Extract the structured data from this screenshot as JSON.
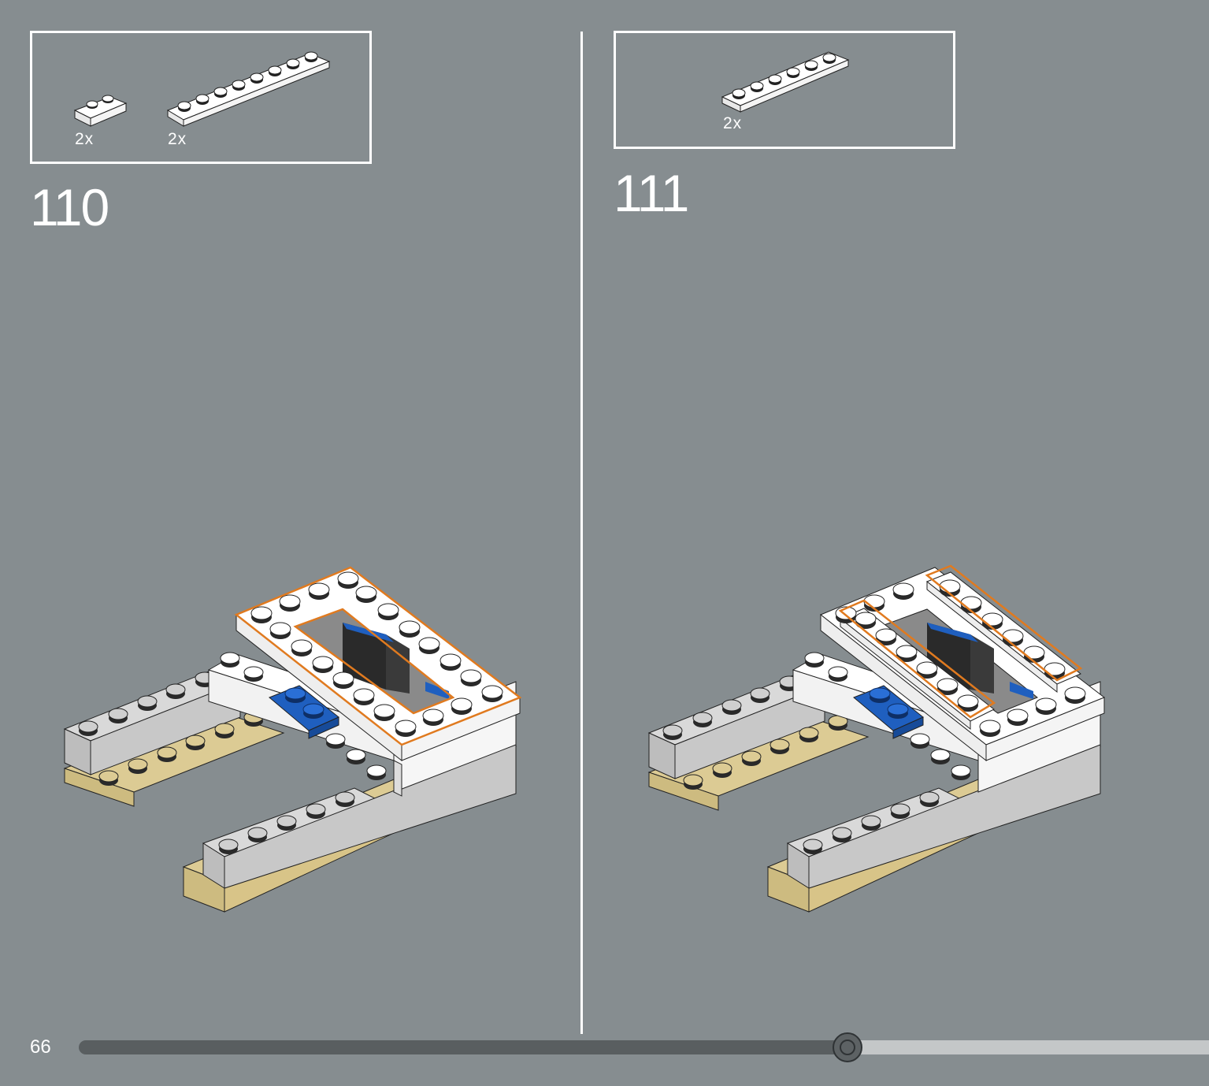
{
  "page": {
    "number": "66"
  },
  "steps": [
    {
      "number": "110",
      "parts": [
        {
          "qty": "2x",
          "part": "white plate 1x2"
        },
        {
          "qty": "2x",
          "part": "white plate 1x8"
        }
      ]
    },
    {
      "number": "111",
      "parts": [
        {
          "qty": "2x",
          "part": "white plate 1x6"
        }
      ]
    }
  ],
  "progress": {
    "fraction": 0.68
  },
  "colors": {
    "background": "#868d90",
    "highlight": "#e07a1f",
    "white_brick": "#ffffff",
    "grey_brick": "#c8c8c8",
    "tan_plate": "#dccb94",
    "blue_plate": "#1f5fbf",
    "stud_dark": "#2a2a2a"
  }
}
